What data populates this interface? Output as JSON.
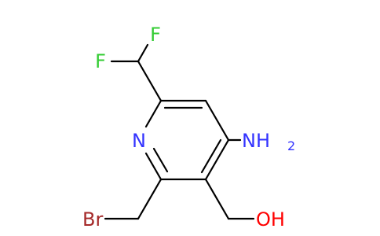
{
  "molecule": {
    "atoms": {
      "f_top": "F",
      "f_left": "F",
      "n_ring": "N",
      "nh2_main": "NH",
      "nh2_sub": "2",
      "br": "Br",
      "oh": "OH"
    }
  },
  "colors": {
    "bond": "#000000",
    "fluorine": "#33cc33",
    "nitrogen": "#3333ff",
    "bromine": "#a52a2a",
    "oxygen": "#ff0000"
  }
}
